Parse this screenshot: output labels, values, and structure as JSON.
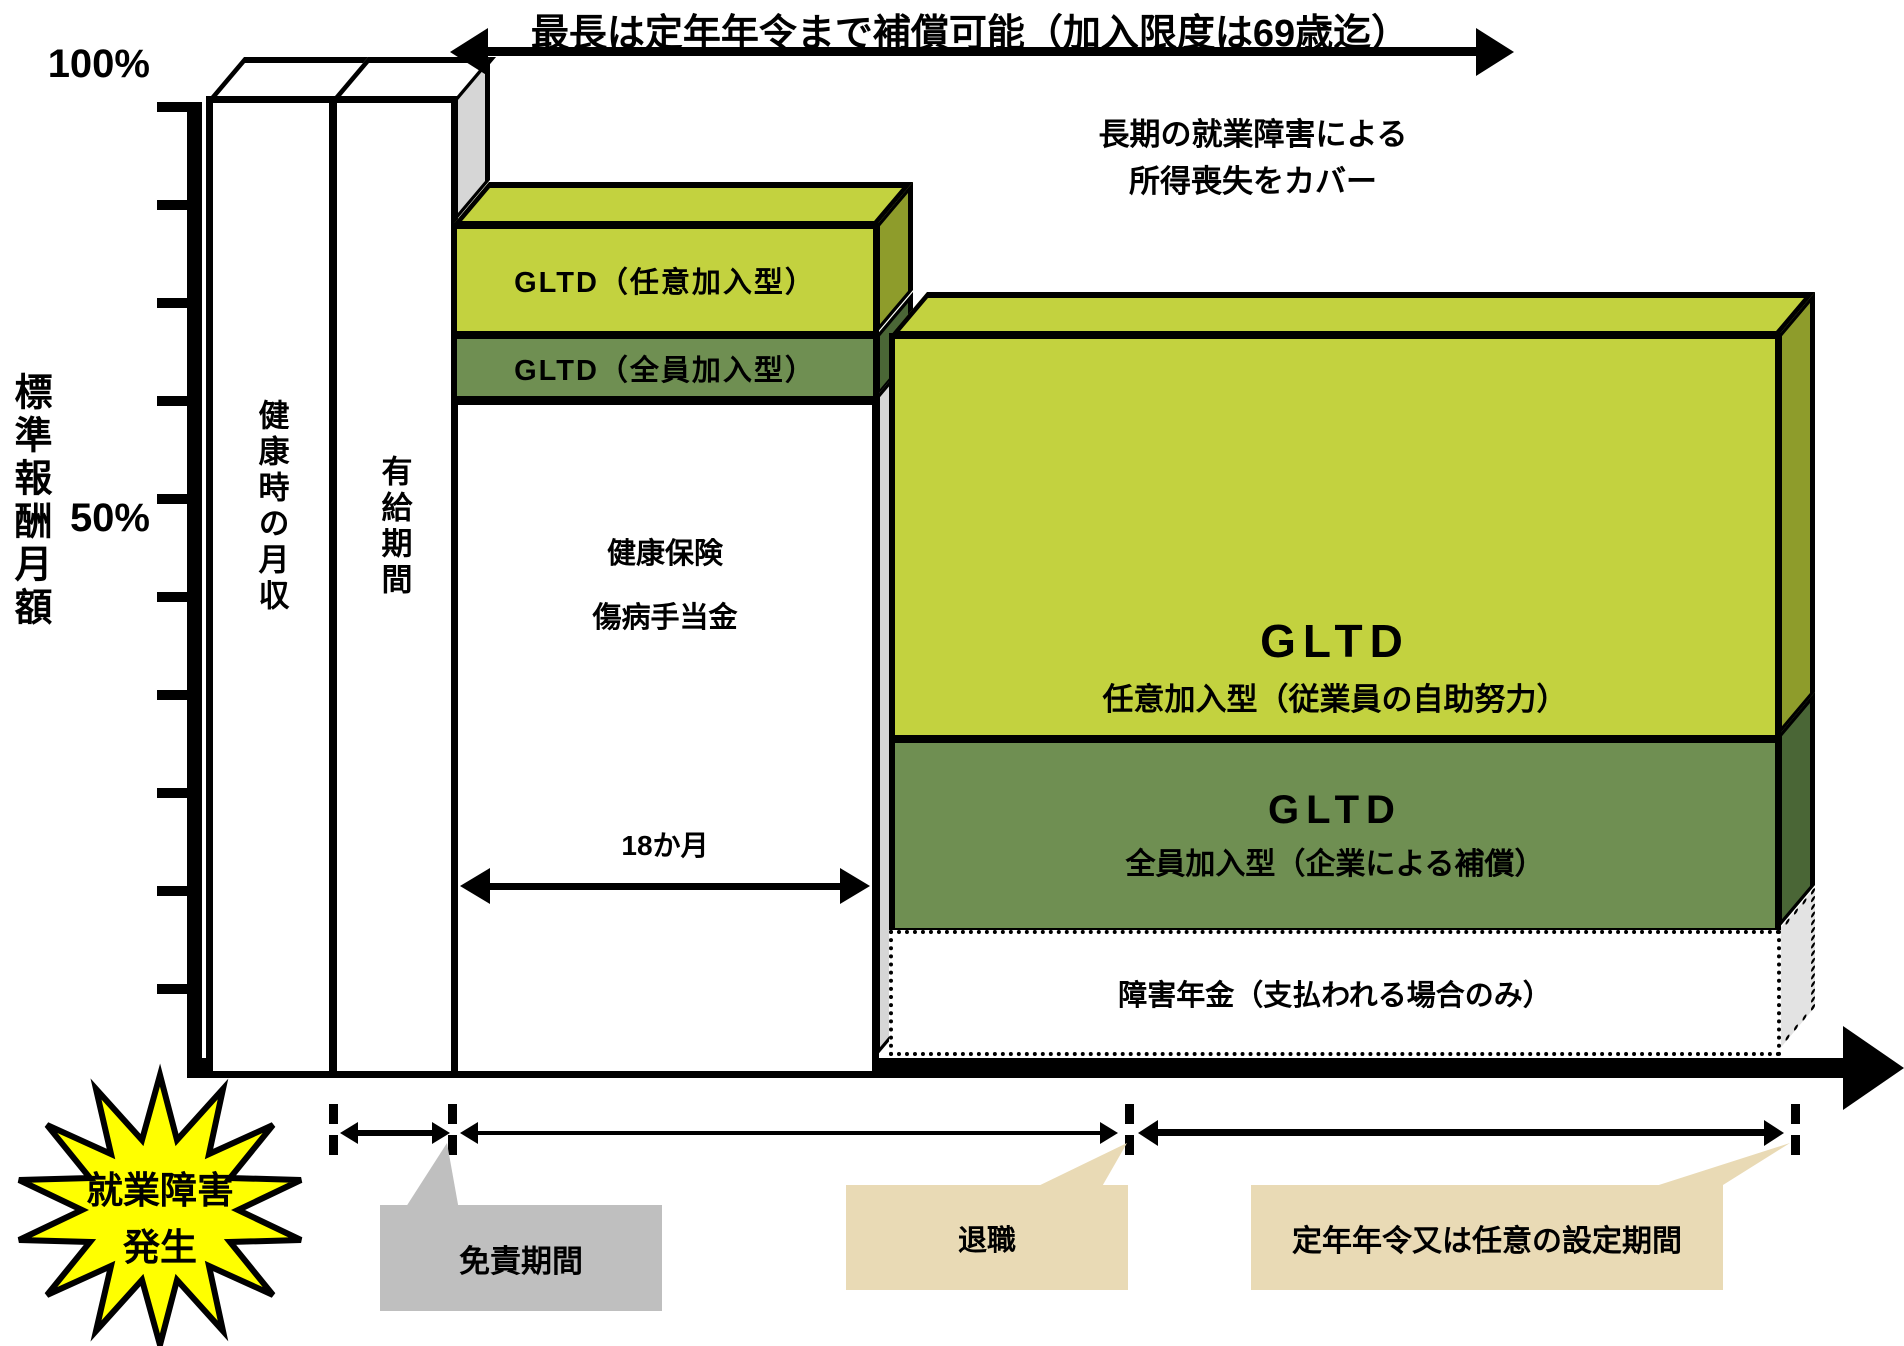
{
  "top": {
    "title": "最長は定年年令まで補償可能（加入限度は69歳迄）"
  },
  "yaxis": {
    "p100": "100%",
    "p50": "50%",
    "label": "標準報酬月額"
  },
  "bars": {
    "b1": "健康時の月収",
    "b2": "有給期間"
  },
  "bands": {
    "optional": "GLTD（任意加入型）",
    "all": "GLTD（全員加入型）"
  },
  "mid": {
    "l1": "健康保険",
    "l2": "傷病手当金",
    "duration": "18か月"
  },
  "note": {
    "l1": "長期の就業障害による",
    "l2": "所得喪失をカバー"
  },
  "big": {
    "t1": "GLTD",
    "s1": "任意加入型（従業員の自助努力）",
    "t2": "GLTD",
    "s2": "全員加入型（企業による補償）",
    "pension": "障害年金（支払われる場合のみ）"
  },
  "bottom": {
    "star1": "就業障害",
    "star2": "発生",
    "exemption": "免責期間",
    "retire": "退職",
    "teinen": "定年年令又は任意の設定期間"
  },
  "colors": {
    "yellow_green": "#c3d23f",
    "olive_green": "#6f8f52",
    "side_yellow": "#8e9c2b",
    "side_dark_green": "#4a6636",
    "side_gray": "#d6d6d6",
    "bubble_gray": "#bfbfbf",
    "bubble_tan": "#e9dab5",
    "starburst_yellow": "#ffff00"
  }
}
